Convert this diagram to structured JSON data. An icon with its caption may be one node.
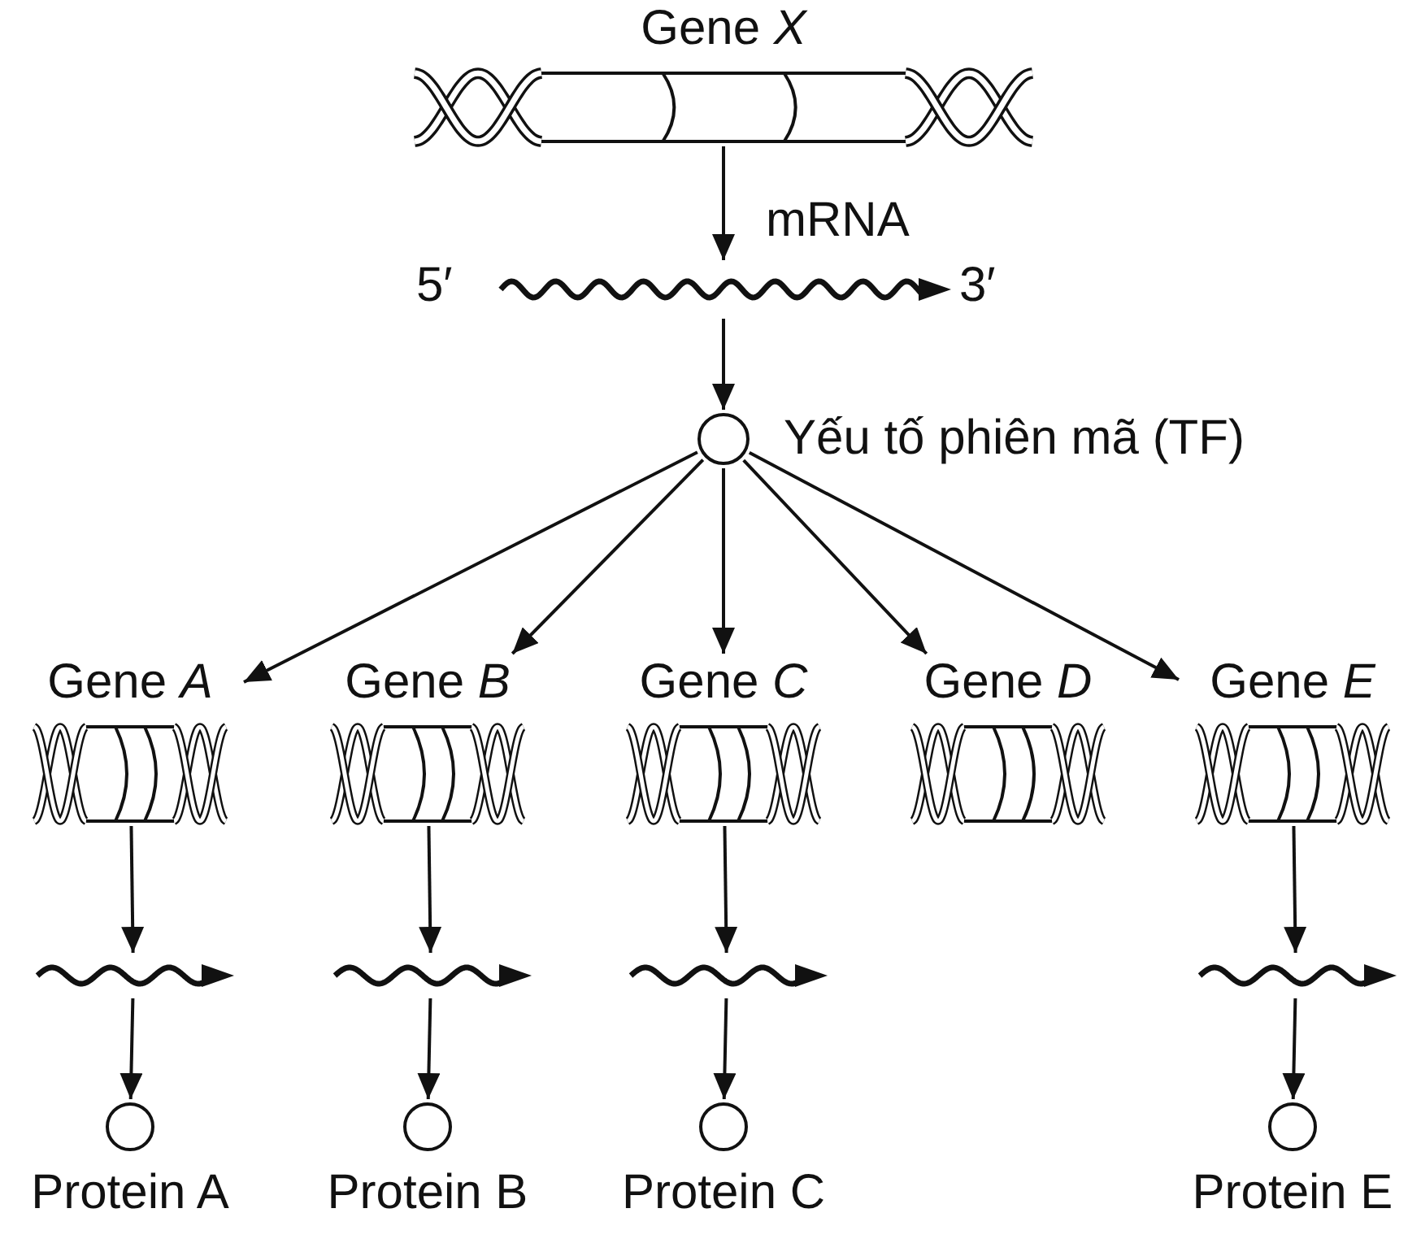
{
  "diagram": {
    "nodes": [
      {
        "text": [
          "Gene *X*"
        ]
      },
      {
        "text": [],
        "shape": "wave",
        "beside": [
          "5′",
          "3′"
        ]
      },
      {
        "text": [],
        "shape": "circle",
        "beside": [
          "Yếu tố phiên mã (TF)"
        ]
      },
      {
        "text": [
          "Gene *A*"
        ]
      },
      {
        "text": [
          "Gene *B*"
        ]
      },
      {
        "text": [
          "Gene *C*"
        ]
      },
      {
        "text": [
          "Gene *D*"
        ]
      },
      {
        "text": [
          "Gene *E*"
        ]
      },
      {
        "text": [],
        "shape": "wave"
      },
      {
        "text": [],
        "shape": "wave"
      },
      {
        "text": [],
        "shape": "wave"
      },
      {
        "text": [],
        "shape": "wave"
      },
      {
        "text": [],
        "shape": "circle",
        "beside": [
          "Protein A"
        ]
      },
      {
        "text": [],
        "shape": "circle",
        "beside": [
          "Protein B"
        ]
      },
      {
        "text": [],
        "shape": "circle",
        "beside": [
          "Protein C"
        ]
      },
      {
        "text": [],
        "shape": "circle",
        "beside": [
          "Protein E"
        ]
      }
    ],
    "edges": [
      {
        "from": 0,
        "to": 1,
        "arrow": "to",
        "label": "mRNA"
      },
      {
        "from": 1,
        "to": 2,
        "arrow": "to"
      },
      {
        "from": 2,
        "to": 3,
        "arrow": "to"
      },
      {
        "from": 2,
        "to": 4,
        "arrow": "to"
      },
      {
        "from": 2,
        "to": 5,
        "arrow": "to"
      },
      {
        "from": 2,
        "to": 6,
        "arrow": "to"
      },
      {
        "from": 2,
        "to": 7,
        "arrow": "to"
      },
      {
        "from": 3,
        "to": 8,
        "arrow": "to"
      },
      {
        "from": 4,
        "to": 9,
        "arrow": "to"
      },
      {
        "from": 5,
        "to": 10,
        "arrow": "to"
      },
      {
        "from": 7,
        "to": 11,
        "arrow": "to"
      },
      {
        "from": 8,
        "to": 12,
        "arrow": "to"
      },
      {
        "from": 9,
        "to": 13,
        "arrow": "to"
      },
      {
        "from": 10,
        "to": 14,
        "arrow": "to"
      },
      {
        "from": 11,
        "to": 15,
        "arrow": "to"
      }
    ]
  }
}
